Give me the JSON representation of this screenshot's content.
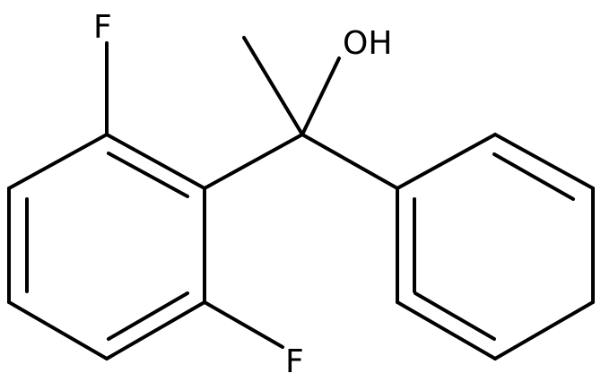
{
  "molecule": {
    "atoms": {
      "fluorine_top": "F",
      "fluorine_bottom": "F",
      "hydroxyl": "OH"
    },
    "colors": {
      "bond": "#000000",
      "background": "#ffffff"
    }
  }
}
